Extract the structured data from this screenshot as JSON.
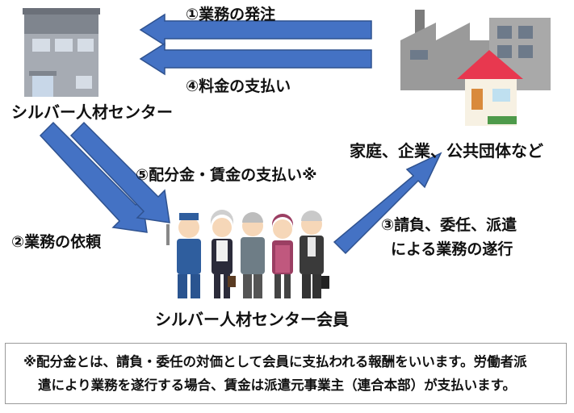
{
  "nodes": {
    "center": "シルバー人材センター",
    "clients": "家庭、企業、公共団体など",
    "members": "シルバー人材センター会員"
  },
  "arrows": {
    "order": "①業務の発注",
    "payment": "④料金の支払い",
    "request": "②業務の依頼",
    "perform_line1": "③請負、委任、派遣",
    "perform_line2": "による業務の遂行",
    "wages": "⑤配分金・賃金の支払い※"
  },
  "note": {
    "line1": "※配分金とは、請負・委任の対価として会員に支払われる報酬をいいます。労働者派",
    "line2": "遣により業務を遂行する場合、賃金は派遣元事業主（連合本部）が支払います。"
  },
  "colors": {
    "arrow_fill": "#4472C4",
    "arrow_stroke": "#2F528F",
    "building": "#8a8f98",
    "roof": "#e8384f"
  }
}
